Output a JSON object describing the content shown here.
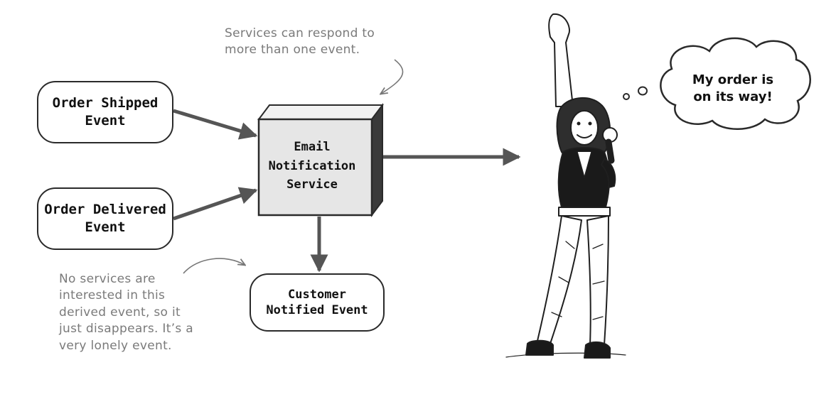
{
  "events": {
    "shipped": [
      "Order Shipped",
      "Event"
    ],
    "delivered": [
      "Order Delivered",
      "Event"
    ],
    "customer": [
      "Customer",
      "Notified Event"
    ]
  },
  "service": [
    "Email",
    "Notification",
    "Service"
  ],
  "notes": {
    "top": [
      "Services can respond to",
      "more than one event."
    ],
    "bottom": [
      "No services are",
      "interested in this",
      "derived event, so it",
      "just disappears. It’s a",
      "very lonely event."
    ]
  },
  "thought_bubble": [
    "My order is",
    "on its way!"
  ],
  "colors": {
    "arrow": "#555555",
    "box_fill": "#e6e6e6",
    "note_text": "#7a7a7a"
  }
}
